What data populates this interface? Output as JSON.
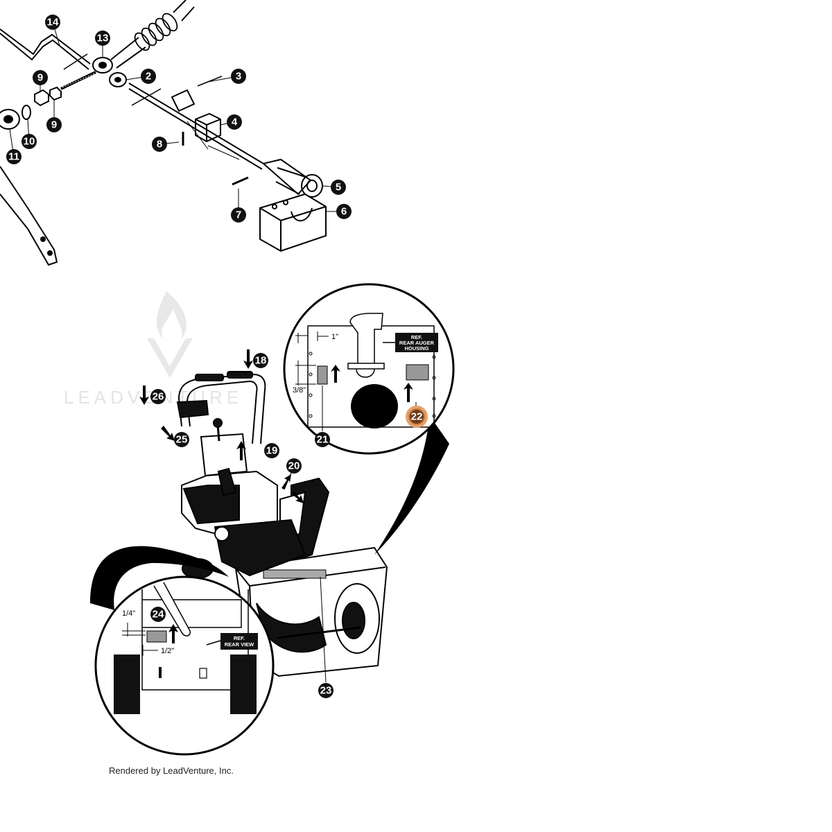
{
  "diagram": {
    "callouts": [
      {
        "id": "14",
        "label": "14"
      },
      {
        "id": "13",
        "label": "13"
      },
      {
        "id": "2",
        "label": "2"
      },
      {
        "id": "3",
        "label": "3"
      },
      {
        "id": "9a",
        "label": "9"
      },
      {
        "id": "9b",
        "label": "9"
      },
      {
        "id": "4",
        "label": "4"
      },
      {
        "id": "8",
        "label": "8"
      },
      {
        "id": "10",
        "label": "10"
      },
      {
        "id": "11",
        "label": "11"
      },
      {
        "id": "5",
        "label": "5"
      },
      {
        "id": "6",
        "label": "6"
      },
      {
        "id": "7",
        "label": "7"
      },
      {
        "id": "18",
        "label": "18"
      },
      {
        "id": "26",
        "label": "26"
      },
      {
        "id": "25",
        "label": "25"
      },
      {
        "id": "19",
        "label": "19"
      },
      {
        "id": "20",
        "label": "20"
      },
      {
        "id": "21",
        "label": "21"
      },
      {
        "id": "22",
        "label": "22",
        "highlighted": true
      },
      {
        "id": "23",
        "label": "23"
      },
      {
        "id": "24",
        "label": "24"
      }
    ],
    "dimensions": {
      "one_inch": "1\"",
      "three_eighths": "3/8\"",
      "one_quarter": "1/4\"",
      "one_half": "1/2\""
    },
    "ref_labels": {
      "auger_line1": "REF.",
      "auger_line2": "REAR AUGER",
      "auger_line3": "HOUSING",
      "rear_line1": "REF.",
      "rear_line2": "REAR VIEW"
    },
    "watermark": "LEADVENTURE",
    "credit": "Rendered by LeadVenture, Inc."
  },
  "colors": {
    "callout_fill": "#111111",
    "highlight_fill": "#c8783a",
    "line": "#000000"
  }
}
